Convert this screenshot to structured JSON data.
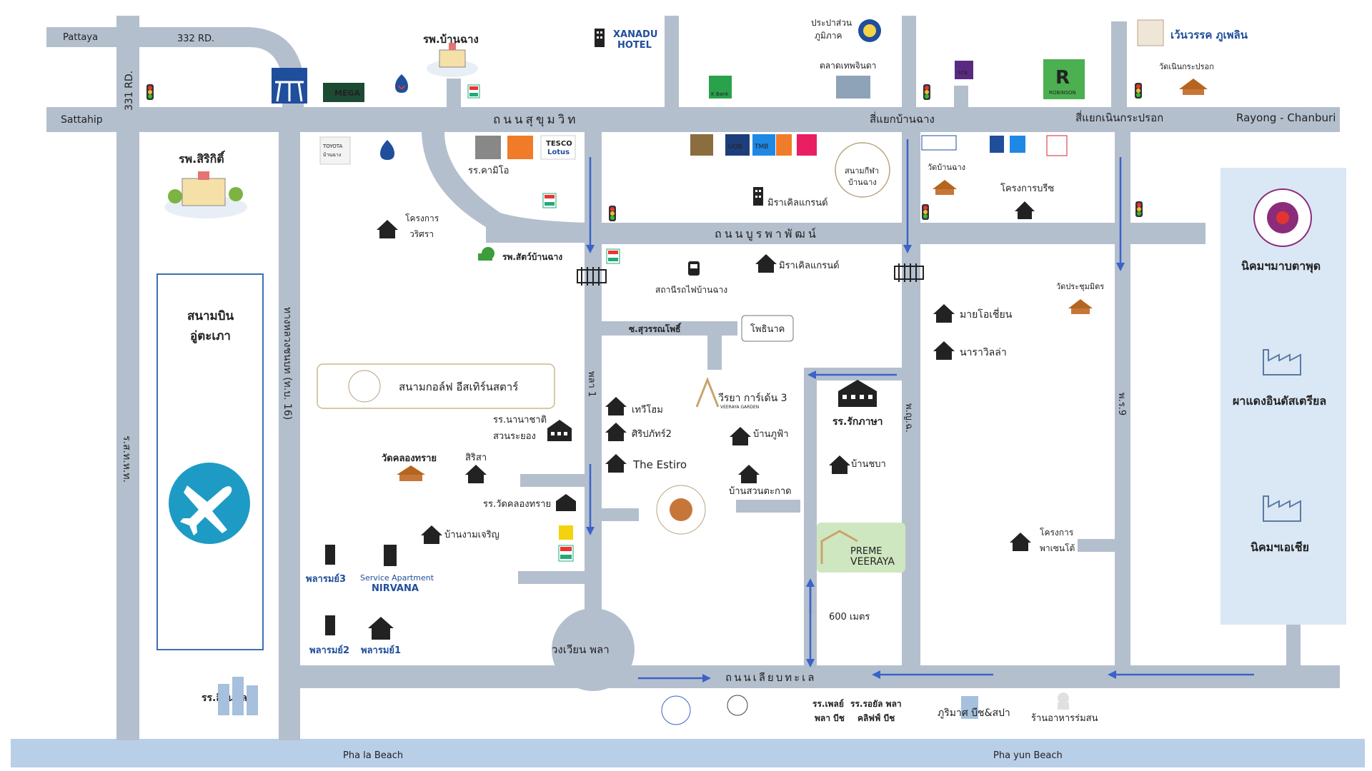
{
  "roads": {
    "pattaya": "Pattaya",
    "rd332": "332 RD.",
    "rd331": "331 RD.",
    "sattahip": "Sattahip",
    "sukhumvit": "ถนนสุขุมวิท",
    "rayong_chanburi": "Rayong - Chanburi",
    "burapha": "ถนนบูรพาพัฒน์",
    "laeb_talay": "ถนนเลียบทะเล",
    "intersection_banchang": "สี่แยกบ้านฉาง",
    "intersection_noen": "สี่แยกเนินกระปรอก",
    "left_vertical": "ร.ส.ท.ห.ท.",
    "tungsukla_road": "ทางหลวงชนบท (ท.บ. 16)",
    "pla_road": "พลา 1",
    "road_banchang": "พ.ญ.ฉ.",
    "road_right": "พ.ร.9",
    "soi_suwan": "ซ.สุวรรณโพธิ์",
    "roundabout": "วงเวียน พลา"
  },
  "places": {
    "hosp_banchang": "รพ.บ้านฉาง",
    "xanadu": "XANADU\nHOTEL",
    "water_authority": "ประปาส่วน\nภูมิภาค",
    "market": "ตลาดเทพจินดา",
    "restaurant_top": "เว้นวรรค ภูเพลิน",
    "temple_noen": "วัดเนินกระปรอก",
    "hosp_sirikit": "รพ.สิริกิติ์",
    "school_kamio": "รร.คามิโอ",
    "project_warisra": "โครงการ\nวริศรา",
    "vet": "รพ.สัตว์บ้านฉาง",
    "stadium": "สนามกีฬา\nบ้านฉาง",
    "miracle1": "มิราเคิลแกรนด์",
    "miracle2": "มิราเคิลแกรนด์",
    "train_station": "สถานีรถไฟบ้านฉาง",
    "temple_banchang": "วัดบ้านฉาง",
    "project_breeze": "โครงการบรีซ",
    "temple_prachum": "วัดประชุมมิตร",
    "my_ocean": "มายโอเชี่ยน",
    "nara_villa": "นาราวิลล่า",
    "airport": "สนามบิน\nอู่ตะเภา",
    "golf": "สนามกอล์ฟ อีสเทิร์นสตาร์",
    "tewee_home": "เทวีโฮม",
    "siripat": "ศิริปภัทร์2",
    "estiro": "The Estiro",
    "veeraya3": "วีรยา การ์เด้น 3",
    "baanphufa": "บ้านภูฟ้า",
    "baansuan": "บ้านสวนตะกาด",
    "school_nana": "รร.นานาชาติ\nสวนระยอง",
    "temple_klong": "วัดคลองทราย",
    "sirisa": "สิริสา",
    "school_klong": "รร.วัดคลองทราย",
    "baanngam": "บ้านงามเจริญ",
    "school_raksa": "รร.รักภาษา",
    "baanchaba": "บ้านชบา",
    "potinaka": "โพธินาค",
    "project_phasen": "โครงการ\nพาเซนโต้",
    "estate_mapta": "นิคมฯมาบตาพุด",
    "pd_industrial": "ผาแดงอินดัสเตรียล",
    "estate_asia": "นิคมฯเอเชีย",
    "plaram3": "พลารมย์3",
    "nirvana_sub": "Service Apartment",
    "nirvana": "NIRVANA",
    "plaram2": "พลารมย์2",
    "plaram1": "พลารมย์1",
    "distance": "600 เมตร",
    "school_sirin": "รร.สิรินพลา",
    "school_plai": "รร.เพลย์\nพลา บีช",
    "school_royal": "รร.รอยัล พลา\nคลิฟฟ์ บีช",
    "phurimas": "ภูริมาศ บีช&สปา",
    "seafood": "ร้านอาหารร่มสน",
    "preme_line1": "PREME",
    "preme_line2": "VEERAYA",
    "veeraya_garden_small": "VEERAYA GARDEN"
  },
  "logos": {
    "mega": "MEGA",
    "tesco": "TESCO\nLotus",
    "kbank": "K Bank",
    "robinson": "ROBINSON",
    "uob": "UOB",
    "tmb": "TMB",
    "scb": "SCB",
    "toyota": "TOYOTA\nบ้านฉาง"
  },
  "beach": {
    "left": "Pha la Beach",
    "right": "Pha yun Beach"
  },
  "colors": {
    "road": "#b4bfce",
    "arrow": "#3a63c8",
    "sea": "#b9cfe8",
    "estate_panel": "#dae7f5",
    "airport_blue": "#1d9bc4",
    "preme_green": "#cfe7c0"
  }
}
